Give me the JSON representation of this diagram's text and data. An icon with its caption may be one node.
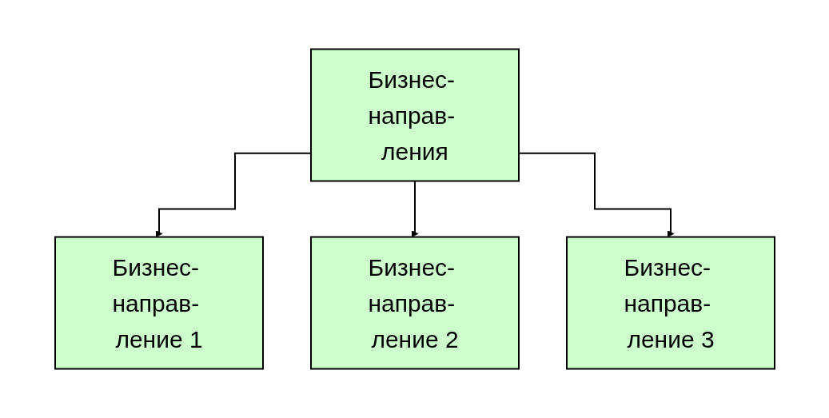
{
  "diagram": {
    "nodes": [
      {
        "text": [
          "Бизнес- направ- ления"
        ]
      },
      {
        "text": [
          "Бизнес- направ- ление 1"
        ]
      },
      {
        "text": [
          "Бизнес- направ- ление 2"
        ]
      },
      {
        "text": [
          "Бизнес- направ- ление 3"
        ]
      }
    ],
    "edges": [
      {
        "from": 0,
        "to": 1,
        "arrow": "to"
      },
      {
        "from": 0,
        "to": 2,
        "arrow": "to"
      },
      {
        "from": 0,
        "to": 3,
        "arrow": "to"
      }
    ]
  }
}
